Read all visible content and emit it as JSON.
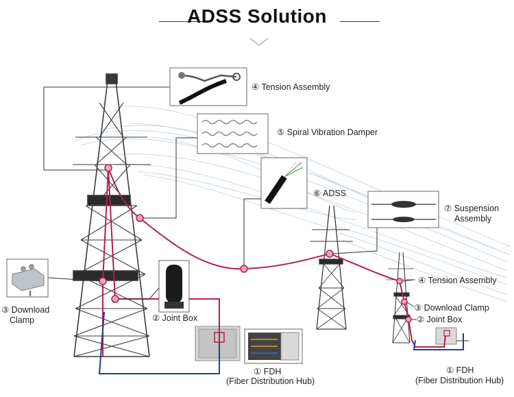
{
  "title": "ADSS  Solution",
  "labels": {
    "tension_top": "④ Tension Assembly",
    "spiral": "⑤ Spiral Vibration Damper",
    "adss": "⑥  ADSS",
    "suspension_1": "⑦ Suspension",
    "suspension_2": "Assembly",
    "tension_right": "④ Tension Assembly",
    "downlead_left_1": "③ Download",
    "downlead_left_2": "Clamp",
    "joint_left": "② Joint Box",
    "fdh_left_1": "① FDH",
    "fdh_left_2": "(Fiber Distribution Hub)",
    "downlead_right": "③ Download Clamp",
    "joint_right": "② Joint Box",
    "fdh_right_1": "① FDH",
    "fdh_right_2": "(Fiber Distribution Hub)"
  },
  "colors": {
    "cable": "#b3204a",
    "cable_node_fill": "#e9a7bb",
    "ground_cable": "#1f3f8f",
    "tower": "#3a3a3a",
    "wire": "#c9d9e6"
  }
}
